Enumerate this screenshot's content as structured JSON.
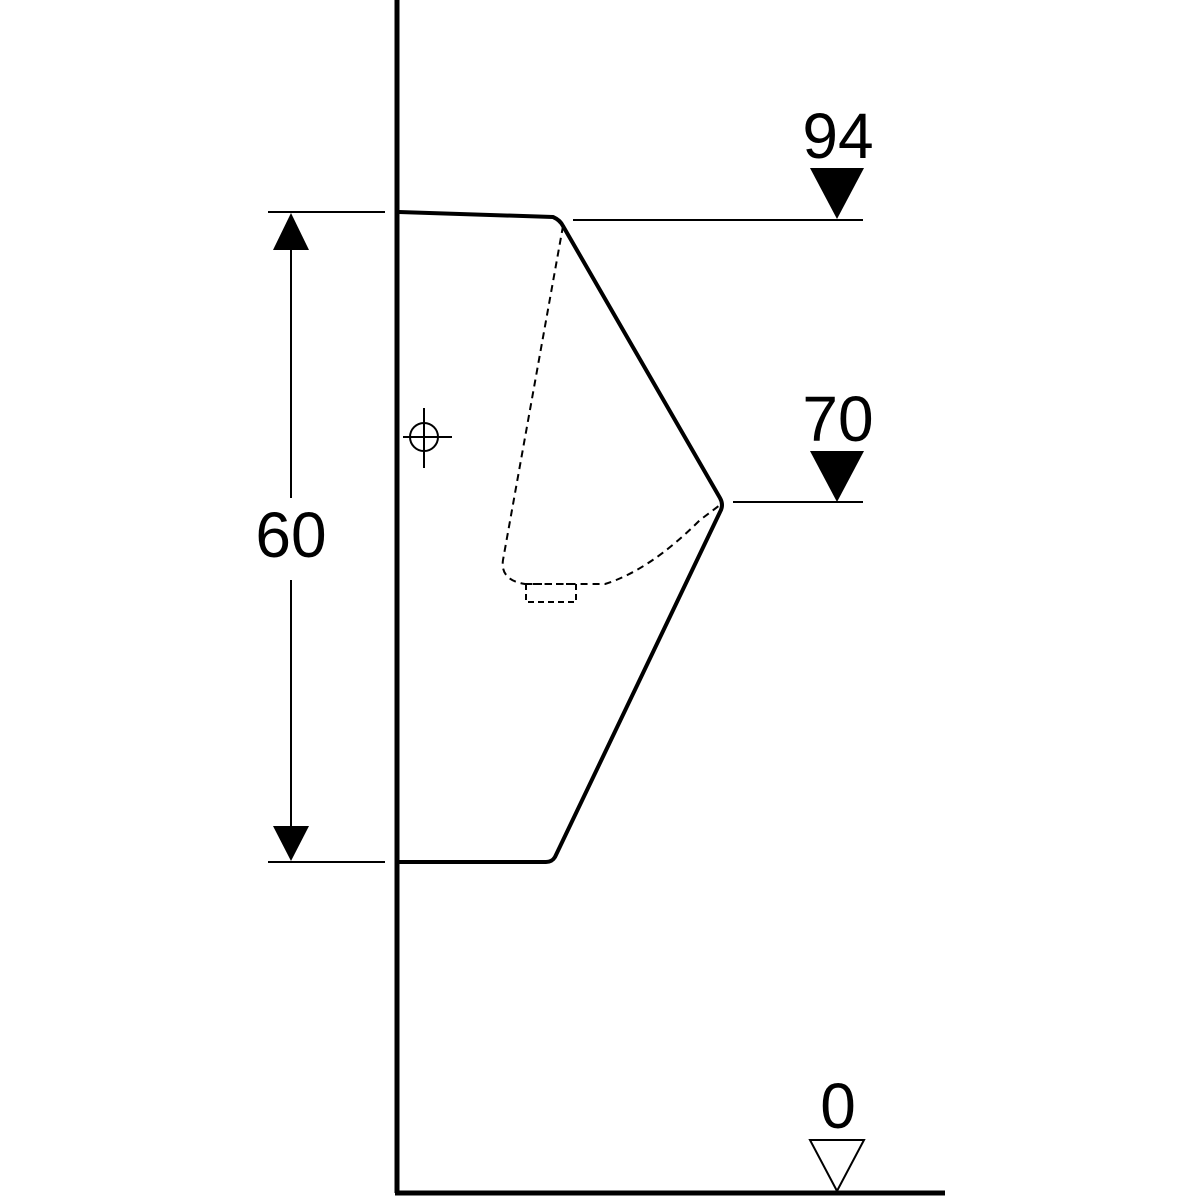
{
  "dimensions": {
    "height": "60"
  },
  "levels": {
    "top_rim": "94",
    "middle": "70",
    "floor": "0"
  },
  "colors": {
    "line": "#000000",
    "background": "#ffffff"
  }
}
